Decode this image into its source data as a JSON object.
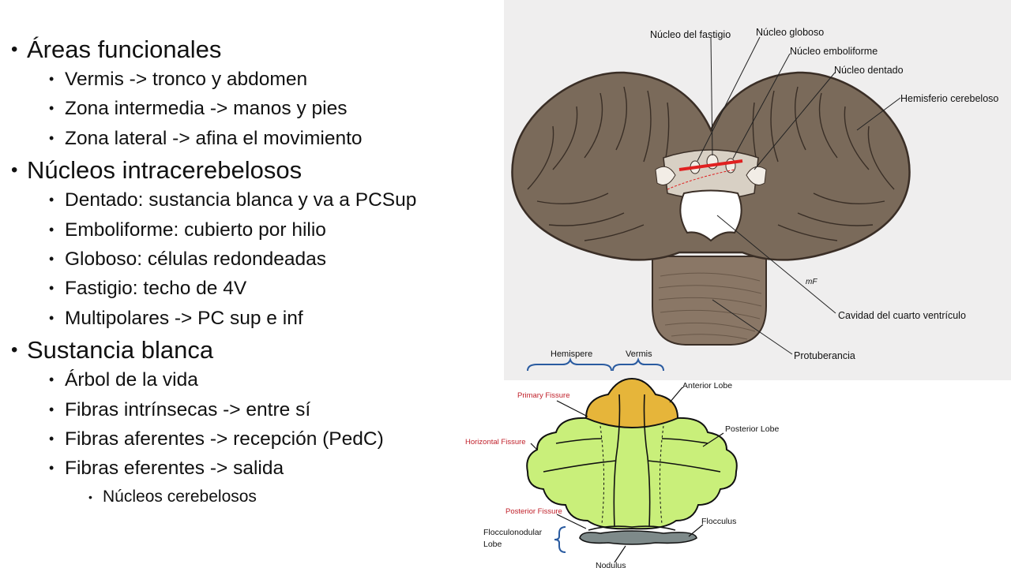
{
  "bullets": [
    {
      "text": "Áreas funcionales",
      "items": [
        {
          "text": "Vermis -> tronco y abdomen"
        },
        {
          "text": "Zona intermedia -> manos y pies"
        },
        {
          "text": "Zona lateral -> afina el movimiento"
        }
      ]
    },
    {
      "text": "Núcleos intracerebelosos",
      "items": [
        {
          "text": "Dentado: sustancia blanca y va a PCSup"
        },
        {
          "text": "Emboliforme: cubierto por hilio"
        },
        {
          "text": "Globoso: células redondeadas"
        },
        {
          "text": "Fastigio: techo de 4V"
        },
        {
          "text": "Multipolares -> PC sup e inf"
        }
      ]
    },
    {
      "text": "Sustancia blanca",
      "items": [
        {
          "text": "Árbol de la vida"
        },
        {
          "text": "Fibras intrínsecas -> entre sí"
        },
        {
          "text": "Fibras aferentes -> recepción (PedC)"
        },
        {
          "text": "Fibras eferentes -> salida",
          "sub": [
            "Núcleos cerebelosos"
          ]
        }
      ]
    }
  ],
  "figure1": {
    "labels": {
      "fastigio": "Núcleo del fastigio",
      "globoso": "Núcleo globoso",
      "emboliforme": "Núcleo emboliforme",
      "dentado": "Núcleo dentado",
      "hemisferio": "Hemisferio cerebeloso",
      "cavidad": "Cavidad del cuarto ventrículo",
      "protuberancia": "Protuberancia",
      "signature": "mF"
    },
    "colors": {
      "tissue": "#7a6a5a",
      "dark": "#3a2e26",
      "bg": "#efeeee",
      "nuclei_red": "#e02020"
    }
  },
  "figure2": {
    "labels": {
      "hemispere": "Hemispere",
      "vermis": "Vermis",
      "primary_fissure": "Primary Fissure",
      "anterior_lobe": "Anterior Lobe",
      "posterior_lobe": "Posterior Lobe",
      "horizontal_fissure": "Horizontal Fissure",
      "posterior_fissure": "Posterior Fissure",
      "flocculus": "Flocculus",
      "flocculonodular_1": "Flocculonodular",
      "flocculonodular_2": "Lobe",
      "nodulus": "Nodulus"
    },
    "colors": {
      "anterior": "#e6b53a",
      "posterior": "#c9ef7a",
      "flocculonodular": "#7e8a8a",
      "brace": "#2a5ba0",
      "fissure_text": "#c0202a"
    }
  }
}
